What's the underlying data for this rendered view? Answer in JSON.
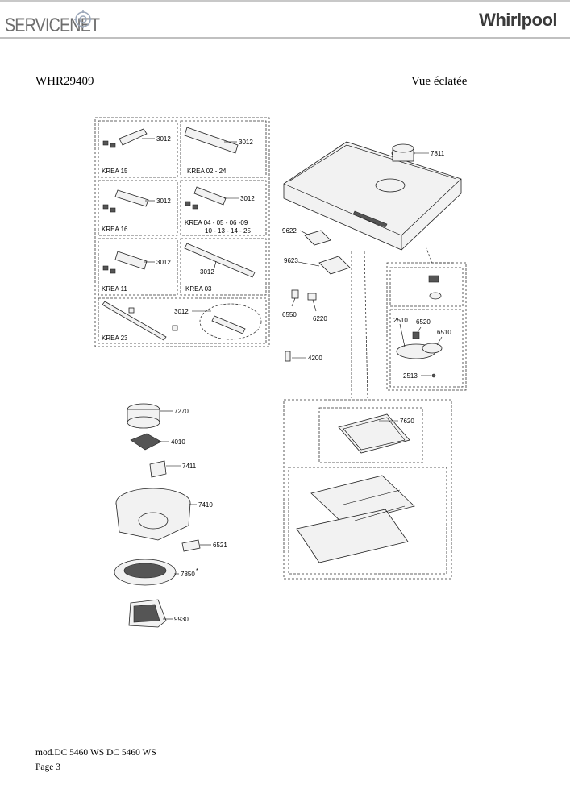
{
  "header": {
    "brand_left": "SERVICENET",
    "brand_right": "Whirlpool",
    "model": "WHR29409",
    "view_title": "Vue éclatée"
  },
  "footer": {
    "model_line": "mod.DC 5460 WS DC 5460 WS",
    "page": "Page 3"
  },
  "diagram": {
    "krea_boxes": [
      {
        "name": "KREA 15",
        "part": "3012"
      },
      {
        "name": "KREA 02 - 24",
        "part": "3012"
      },
      {
        "name": "KREA 16",
        "part": "3012"
      },
      {
        "name": "KREA 04 - 05 - 06 -09",
        "name2": "10 - 13 - 14 - 25",
        "part": "3012"
      },
      {
        "name": "KREA 11",
        "part": "3012"
      },
      {
        "name": "KREA 03",
        "part": "3012"
      },
      {
        "name": "KREA 23",
        "part": "3012"
      }
    ],
    "parts": {
      "p7811": "7811",
      "p9622": "9622",
      "p9623": "9623",
      "p6550": "6550",
      "p6220": "6220",
      "p4200": "4200",
      "p2510": "2510",
      "p6520": "6520",
      "p6510": "6510",
      "p2513": "2513",
      "p7620": "7620",
      "p7270": "7270",
      "p4010": "4010",
      "p7411": "7411",
      "p7410": "7410",
      "p6521": "6521",
      "p7850": "7850",
      "p7850_mark": "*",
      "p9930": "9930"
    }
  }
}
